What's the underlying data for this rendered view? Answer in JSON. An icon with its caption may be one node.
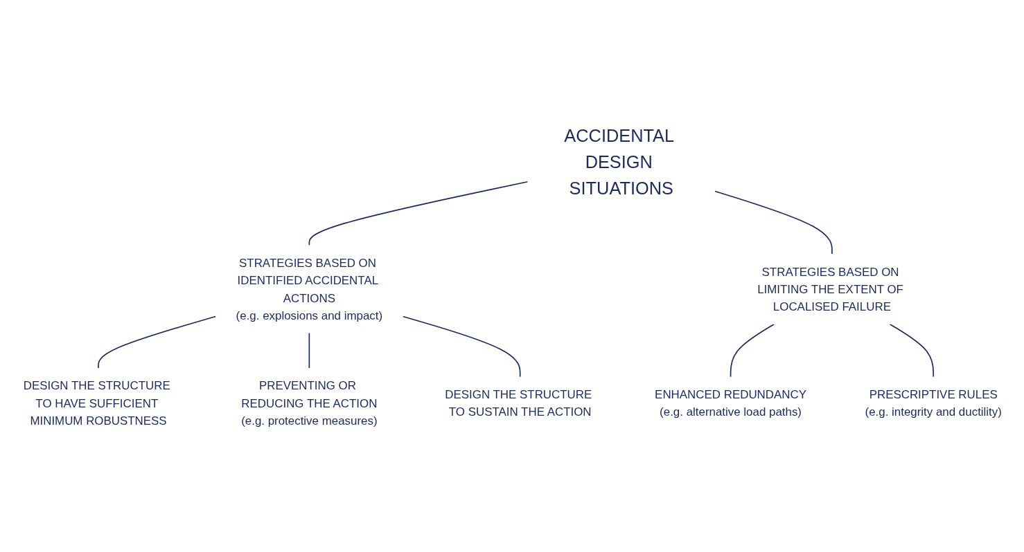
{
  "diagram": {
    "nodes": [
      {
        "text": [
          "ACCIDENTAL DESIGN SITUATIONS"
        ]
      },
      {
        "text": [
          "STRATEGIES BASED ON IDENTIFIED ACCIDENTAL ACTIONS",
          "(e.g. explosions and impact)"
        ]
      },
      {
        "text": [
          "STRATEGIES BASED ON LIMITING THE EXTENT OF LOCALISED FAILURE"
        ]
      },
      {
        "text": [
          "DESIGN THE STRUCTURE TO HAVE SUFFICIENT MINIMUM ROBUSTNESS"
        ]
      },
      {
        "text": [
          "PREVENTING OR REDUCING THE ACTION",
          "(e.g. protective measures)"
        ]
      },
      {
        "text": [
          "DESIGN THE STRUCTURE TO SUSTAIN THE ACTION"
        ]
      },
      {
        "text": [
          "ENHANCED REDUNDANCY",
          "(e.g. alternative load paths)"
        ]
      },
      {
        "text": [
          "PRESCRIPTIVE RULES",
          "(e.g. integrity and ductility)"
        ]
      }
    ],
    "edges": [
      {
        "from": 0,
        "to": 1,
        "arrow": "none"
      },
      {
        "from": 0,
        "to": 2,
        "arrow": "none"
      },
      {
        "from": 1,
        "to": 3,
        "arrow": "none"
      },
      {
        "from": 1,
        "to": 4,
        "arrow": "none"
      },
      {
        "from": 1,
        "to": 5,
        "arrow": "none"
      },
      {
        "from": 2,
        "to": 6,
        "arrow": "none"
      },
      {
        "from": 2,
        "to": 7,
        "arrow": "none"
      }
    ]
  }
}
